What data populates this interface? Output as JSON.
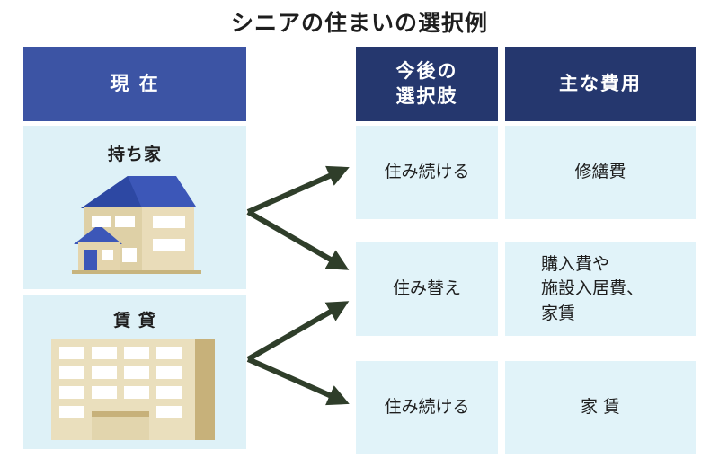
{
  "title": "シニアの住まいの選択例",
  "headers": {
    "current": "現 在",
    "options": "今後の\n選択肢",
    "costs": "主な費用"
  },
  "current": {
    "owned": "持ち家",
    "rental": "賃 貸"
  },
  "rows": [
    {
      "option": "住み続ける",
      "cost": "修繕費"
    },
    {
      "option": "住み替え",
      "cost": "購入費や\n施設入居費、\n家賃"
    },
    {
      "option": "住み続ける",
      "cost": "家 賃"
    }
  ],
  "colors": {
    "header_dark": "#25376e",
    "header_current": "#3c54a4",
    "panel": "#def1f7",
    "arrow": "#2f3e2a"
  },
  "icons": [
    "house-icon",
    "apartment-building-icon"
  ]
}
